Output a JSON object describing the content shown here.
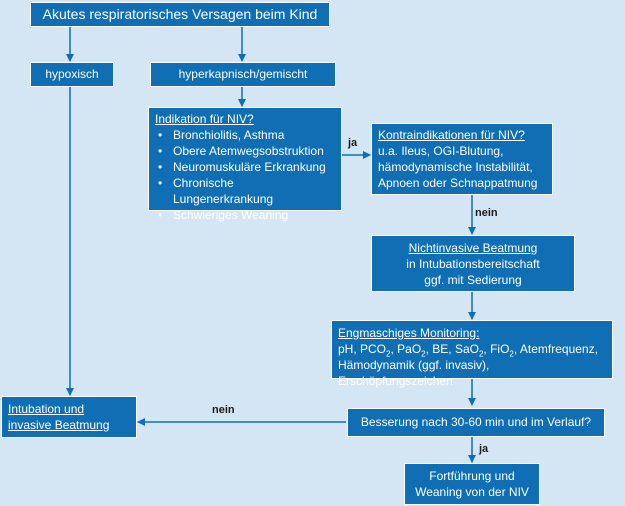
{
  "colors": {
    "background": "#d4e6f4",
    "box": "#0f6eb4",
    "text": "#ffffff",
    "edge": "#0f6eb4"
  },
  "title": "Akutes respiratorisches Versagen beim Kind",
  "branches": {
    "hypoxic": "hypoxisch",
    "hypercapnic": "hyperkapnisch/gemischt"
  },
  "indication": {
    "heading": "Indikation für NIV?",
    "items": [
      "Bronchiolitis, Asthma",
      "Obere Atemwegsobstruktion",
      "Neuromuskuläre Erkrankung",
      "Chronische Lungenerkrankung",
      "Schwieriges Weaning"
    ]
  },
  "contraindications": {
    "heading": "Kontraindikationen für NIV?",
    "lines": [
      "u.a. Ileus, OGI-Blutung,",
      "hämodynamische Instabilität,",
      "Apnoen oder Schnappatmung"
    ]
  },
  "niv": {
    "heading": "Nichtinvasive Beatmung",
    "lines": [
      "in Intubationsbereitschaft",
      "ggf. mit Sedierung"
    ]
  },
  "monitoring": {
    "heading": "Engmaschiges Monitoring:",
    "line1": {
      "ph": "pH, PCO",
      "sub1": "2",
      "p2": ", PaO",
      "sub2": "2",
      "p3": ", BE, SaO",
      "sub3": "2",
      "p4": ", FiO",
      "sub4": "2",
      "p5": ", Atemfrequenz,"
    },
    "line2": "Hämodynamik (ggf. invasiv), Erschöpfungszeichen"
  },
  "improvement": "Besserung nach 30-60 min und im Verlauf?",
  "intubation": {
    "lines": [
      "Intubation und",
      "invasive Beatmung"
    ]
  },
  "continuation": {
    "lines": [
      "Fortführung und",
      "Weaning von der NIV"
    ]
  },
  "edge_labels": {
    "ja1": "ja",
    "nein1": "nein",
    "nein2": "nein",
    "ja2": "ja"
  }
}
